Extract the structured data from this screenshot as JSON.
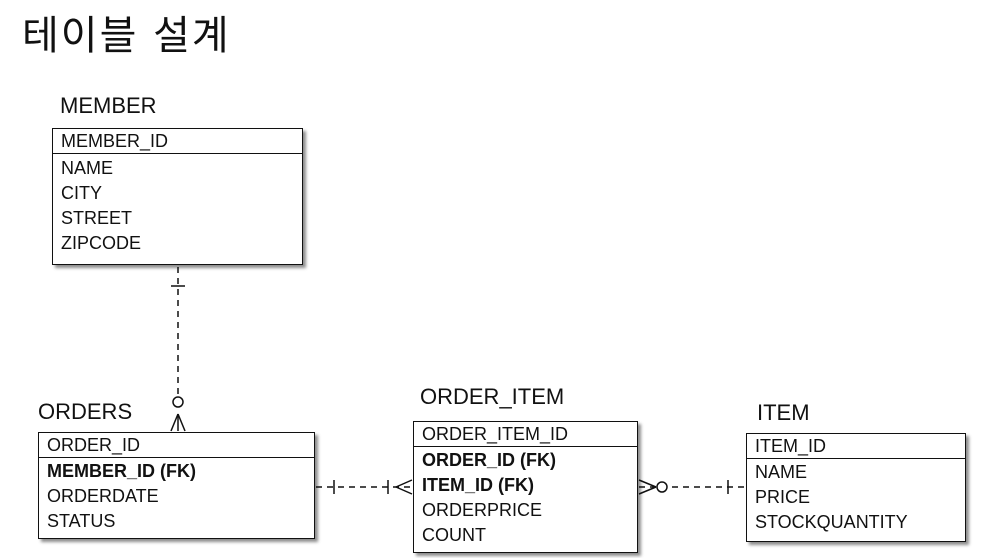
{
  "title": "테이블 설계",
  "entities": {
    "member": {
      "name": "MEMBER",
      "pk": "MEMBER_ID",
      "attrs": [
        "NAME",
        "CITY",
        "STREET",
        "ZIPCODE"
      ]
    },
    "orders": {
      "name": "ORDERS",
      "pk": "ORDER_ID",
      "attrs": [
        "MEMBER_ID (FK)",
        "ORDERDATE",
        "STATUS"
      ]
    },
    "order_item": {
      "name": "ORDER_ITEM",
      "pk": "ORDER_ITEM_ID",
      "attrs": [
        "ORDER_ID (FK)",
        "ITEM_ID (FK)",
        "ORDERPRICE",
        "COUNT"
      ]
    },
    "item": {
      "name": "ITEM",
      "pk": "ITEM_ID",
      "attrs": [
        "NAME",
        "PRICE",
        "STOCKQUANTITY"
      ]
    }
  },
  "relationships": [
    {
      "from": "MEMBER",
      "to": "ORDERS",
      "from_cardinality": "one",
      "to_cardinality": "zero-or-many",
      "line": "dashed"
    },
    {
      "from": "ORDERS",
      "to": "ORDER_ITEM",
      "from_cardinality": "one",
      "to_cardinality": "one-or-many",
      "line": "dashed"
    },
    {
      "from": "ITEM",
      "to": "ORDER_ITEM",
      "from_cardinality": "one",
      "to_cardinality": "zero-or-many",
      "line": "dashed"
    }
  ]
}
